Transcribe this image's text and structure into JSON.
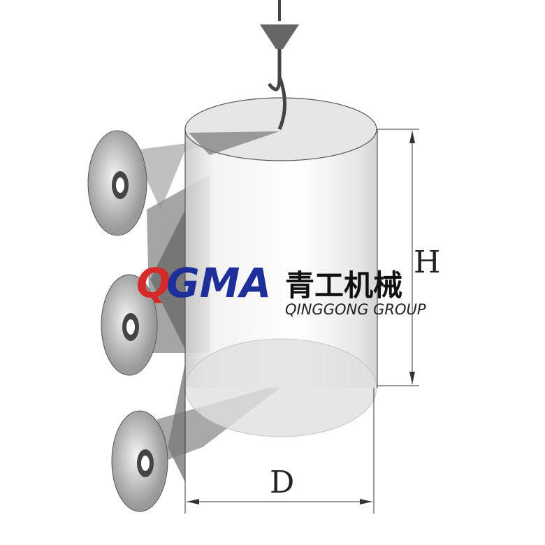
{
  "dimensions": {
    "height_label": "H",
    "diameter_label": "D"
  },
  "watermark": {
    "brand_q": "Q",
    "brand_rest": "GMA",
    "chinese": "青工机械",
    "subtitle": "QINGGONG GROUP"
  },
  "colors": {
    "brand_red": "#d62a2a",
    "brand_blue": "#1f2f9a",
    "line": "#333333"
  }
}
